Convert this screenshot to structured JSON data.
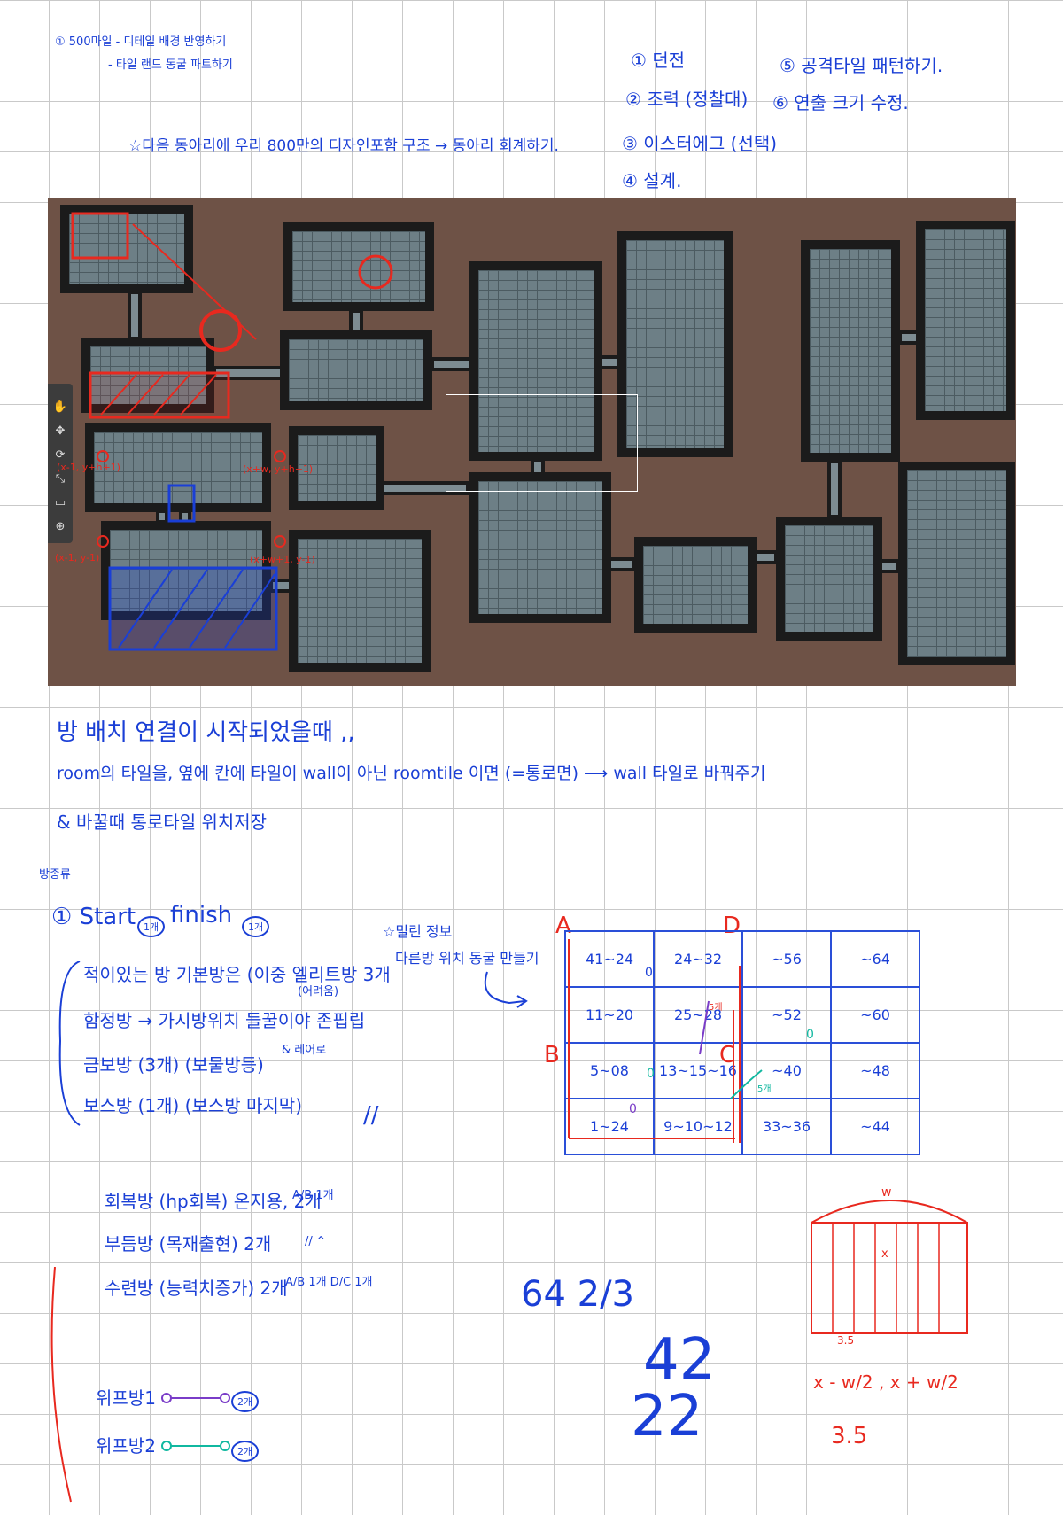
{
  "notes_top": {
    "line1": "① 500마일 - 디테일 배경 반영하기",
    "line2": "- 타일 랜드 동굴 파트하기",
    "star_note": "☆다음 동아리에 우리 800만의 디자인포함 구조 → 동아리 회계하기."
  },
  "list_right": {
    "items": [
      "① 던전",
      "② 조력 (정찰대)",
      "③ 이스터에그 (선택)",
      "④ 설계.",
      "⑤ 공격타일 패턴하기.",
      "⑥ 연출 크기 수정."
    ]
  },
  "map_annotations": {
    "left_top": "(x-1, y+h+1)",
    "right_top": "(x+w, y+h+1)",
    "left_bottom": "(x-1, y-1)",
    "right_bottom": "(x+w+1, y-1)"
  },
  "mid_notes": {
    "line1": "방 배치 연결이 시작되었을때 ,,",
    "line2": "room의 타일을, 옆에 칸에 타일이 wall이 아닌 roomtile 이면 (=통로면) ⟶ wall 타일로 바꿔주기",
    "line3": "& 바꿀때 통로타일 위치저장"
  },
  "room_types": {
    "header": "방종류",
    "start_label": "① Start",
    "start_count": "1개",
    "finish_label": "finish",
    "finish_count": "1개",
    "rooms": [
      {
        "text": "적이있는 방  기본방은 (이중 엘리트방 3개",
        "sub": "(어려움)"
      },
      {
        "text": "함정방 → 가시방위치 들꿀이야 존핍립"
      },
      {
        "text": "",
        "sub": "& 레어로"
      },
      {
        "text": "금보방 (3개) (보물방등)"
      },
      {
        "text": "보스방 (1개) (보스방 마지막)"
      }
    ],
    "end_mark": "//"
  },
  "star_note2": {
    "line1": "☆밀린 정보",
    "line2": "다른방 위치 동굴 만들기"
  },
  "grid_labels": {
    "A": "A",
    "B": "B",
    "C": "C",
    "D": "D",
    "memo1": "5개",
    "memo2": "5개"
  },
  "grid_table": {
    "rows": [
      [
        "41~24",
        "24~32",
        "~56",
        "~64"
      ],
      [
        "11~20",
        "25~28",
        "~52",
        "~60"
      ],
      [
        "5~08",
        "13~15~16",
        "~40",
        "~48"
      ],
      [
        "1~24",
        "9~10~12",
        "33~36",
        "~44"
      ]
    ],
    "circles": [
      "0",
      "0",
      "0",
      "0"
    ]
  },
  "lower_notes": {
    "line1": "회복방 (hp회복) 온지용, 2개",
    "line1_sub": "A/B 1개",
    "line2": "부듬방 (목재출현) 2개",
    "line2_sub": "// ^",
    "line3": "수련방 (능력치증가) 2개",
    "line3_sub": "A/B 1개  D/C 1개",
    "line4": "위프방1",
    "line4_count": "2개",
    "line5": "위프방2",
    "line5_count": "2개"
  },
  "math": {
    "fraction": "64 2/3",
    "numbers1": "42",
    "numbers2": "22",
    "w_label": "w",
    "x_label": "x",
    "width_label": "3.5",
    "formula": "x - w/2 , x + w/2",
    "result": "3.5"
  },
  "colors": {
    "ink_blue": "#1a3fd6",
    "ink_red": "#e8291f",
    "ink_cyan": "#10b8a0",
    "ground": "#6e5246"
  }
}
